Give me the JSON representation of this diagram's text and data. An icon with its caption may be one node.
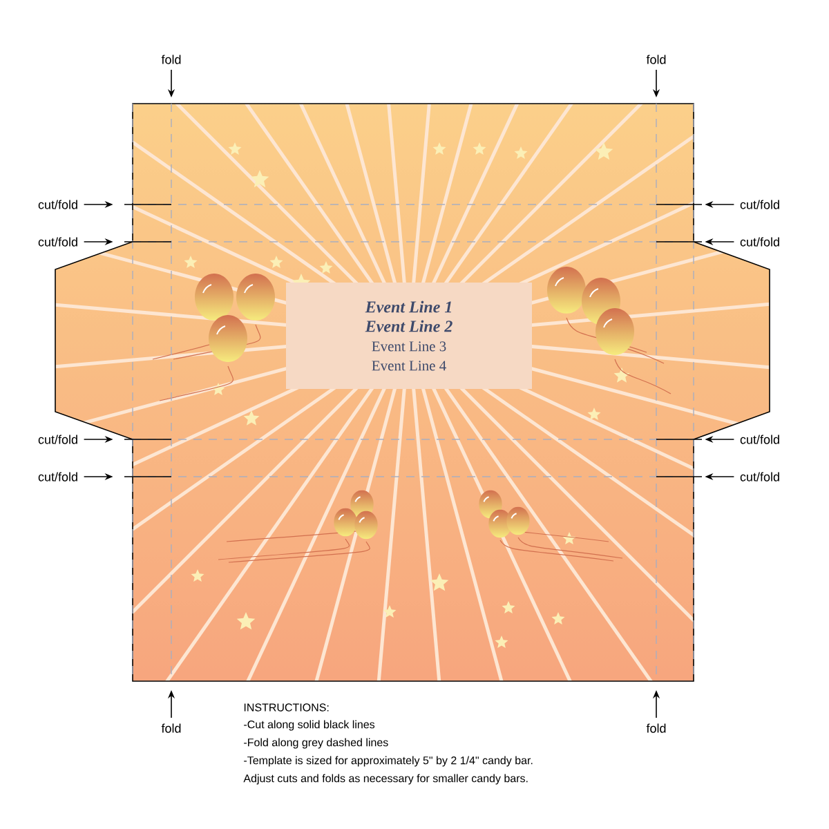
{
  "diagram": {
    "nodes": [
      {
        "text": [
          "Event Line 1",
          "Event Line 2",
          "Event Line 3",
          "Event Line 4"
        ]
      },
      {
        "text": [
          "fold"
        ]
      },
      {
        "text": [
          "fold"
        ]
      },
      {
        "text": [
          "cut/fold"
        ]
      },
      {
        "text": [
          "cut/fold"
        ]
      },
      {
        "text": [
          "cut/fold"
        ]
      },
      {
        "text": [
          "cut/fold"
        ]
      },
      {
        "text": [
          "cut/fold"
        ]
      },
      {
        "text": [
          "cut/fold"
        ]
      },
      {
        "text": [
          "cut/fold"
        ]
      },
      {
        "text": [
          "cut/fold"
        ]
      },
      {
        "text": [
          "fold"
        ]
      },
      {
        "text": [
          "fold"
        ]
      }
    ],
    "edges": [
      {
        "from": 1,
        "to": null,
        "arrow": "to"
      },
      {
        "from": 2,
        "to": null,
        "arrow": "to"
      },
      {
        "from": 3,
        "to": null,
        "arrow": "to"
      },
      {
        "from": 4,
        "to": null,
        "arrow": "to"
      },
      {
        "from": 5,
        "to": null,
        "arrow": "to"
      },
      {
        "from": 6,
        "to": null,
        "arrow": "to"
      },
      {
        "from": 7,
        "to": null,
        "arrow": "to"
      },
      {
        "from": 8,
        "to": null,
        "arrow": "to"
      },
      {
        "from": 9,
        "to": null,
        "arrow": "to"
      },
      {
        "from": 10,
        "to": null,
        "arrow": "to"
      },
      {
        "from": 11,
        "to": null,
        "arrow": "to"
      },
      {
        "from": 12,
        "to": null,
        "arrow": "to"
      }
    ],
    "labels": [
      "INSTRUCTIONS:",
      "-Cut along solid black lines",
      "-Fold along grey dashed lines",
      "-Template is sized for approximately 5\" by 2 1/4\" candy bar.",
      "Adjust cuts and folds as necessary for smaller candy bars."
    ]
  }
}
